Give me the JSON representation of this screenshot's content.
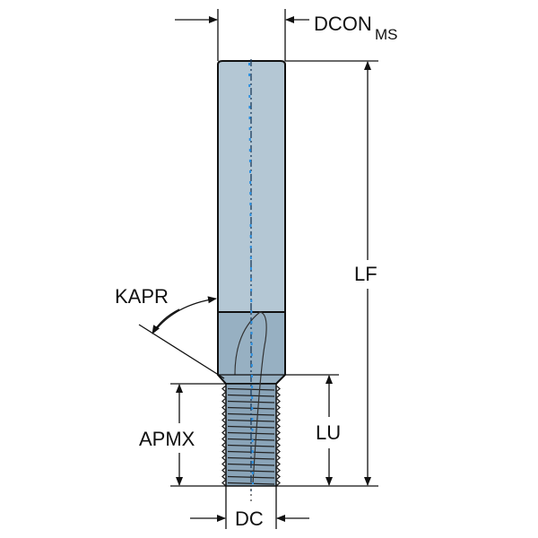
{
  "labels": {
    "dcon": "DCON",
    "dcon_sub": "MS",
    "lf": "LF",
    "kapr": "KAPR",
    "lu": "LU",
    "apmx": "APMX",
    "dc": "DC"
  },
  "colors": {
    "shank_light": "#b4c7d4",
    "shank_dark": "#97b0c2",
    "thread": "#8aa4b8",
    "coolant": "#2a8fe0",
    "line": "#111111"
  }
}
